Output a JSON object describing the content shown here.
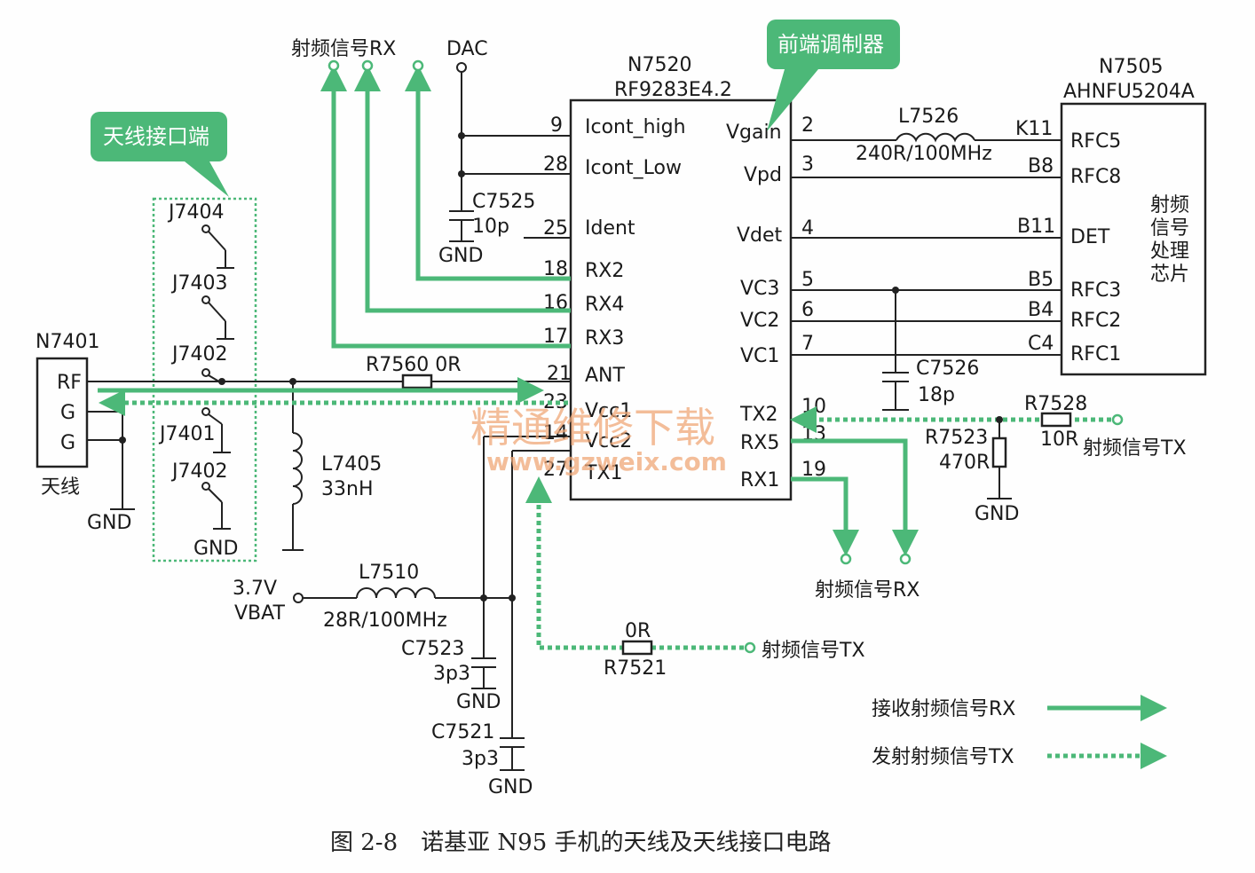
{
  "components": {
    "n7520_ref": "N7520",
    "n7520_part": "RF9283E4.2",
    "n7505_ref": "N7505",
    "n7505_part": "AHNFU5204A",
    "n7401_ref": "N7401",
    "n7505_desc": [
      "射频",
      "信号",
      "处理",
      "芯片"
    ],
    "antenna": "天线"
  },
  "callouts": {
    "front_end_modulator": "前端调制器",
    "antenna_port": "天线接口端"
  },
  "n7520_left_pins": [
    {
      "num": "9",
      "name": "Icont_high"
    },
    {
      "num": "28",
      "name": "Icont_Low"
    },
    {
      "num": "25",
      "name": "Ident"
    },
    {
      "num": "18",
      "name": "RX2"
    },
    {
      "num": "16",
      "name": "RX4"
    },
    {
      "num": "17",
      "name": "RX3"
    },
    {
      "num": "21",
      "name": "ANT"
    },
    {
      "num": "23",
      "name": "Vcc1"
    },
    {
      "num": "14",
      "name": "Vcc2"
    },
    {
      "num": "27",
      "name": "TX1"
    }
  ],
  "n7520_right_pins": [
    {
      "num": "2",
      "name": "Vgain"
    },
    {
      "num": "3",
      "name": "Vpd"
    },
    {
      "num": "4",
      "name": "Vdet"
    },
    {
      "num": "5",
      "name": "VC3"
    },
    {
      "num": "6",
      "name": "VC2"
    },
    {
      "num": "7",
      "name": "VC1"
    },
    {
      "num": "10",
      "name": "TX2"
    },
    {
      "num": "13",
      "name": "RX5"
    },
    {
      "num": "19",
      "name": "RX1"
    }
  ],
  "n7505_pins": [
    {
      "num": "K11",
      "name": "RFC5"
    },
    {
      "num": "B8",
      "name": "RFC8"
    },
    {
      "num": "B11",
      "name": "DET"
    },
    {
      "num": "B5",
      "name": "RFC3"
    },
    {
      "num": "B4",
      "name": "RFC2"
    },
    {
      "num": "C4",
      "name": "RFC1"
    }
  ],
  "n7401_pins": [
    "RF",
    "G",
    "G"
  ],
  "labels": {
    "rf_rx": "射频信号RX",
    "rf_tx": "射频信号TX",
    "dac": "DAC",
    "gnd": "GND",
    "c7525": "C7525",
    "c7525_val": "10p",
    "l7526": "L7526",
    "l7526_val": "240R/100MHz",
    "c7526": "C7526",
    "c7526_val": "18p",
    "r7528": "R7528",
    "r7528_val": "10R",
    "r7523": "R7523",
    "r7523_val": "470R",
    "r7560": "R7560 0R",
    "l7405": "L7405",
    "l7405_val": "33nH",
    "l7510": "L7510",
    "l7510_val": "28R/100MHz",
    "vbat_v": "3.7V",
    "vbat": "VBAT",
    "c7523": "C7523",
    "c7523_val": "3p3",
    "c7521": "C7521",
    "c7521_val": "3p3",
    "r7521": "R7521",
    "r7521_val": "0R",
    "j7404": "J7404",
    "j7403": "J7403",
    "j7402": "J7402",
    "j7401": "J7401"
  },
  "legend": {
    "rx": "接收射频信号RX",
    "tx": "发射射频信号TX"
  },
  "watermark": {
    "cn": "精通维修下载",
    "url": "www.gzweix.com"
  },
  "caption": "图 2-8　诺基亚 N95 手机的天线及天线接口电路",
  "colors": {
    "signal": "#4cb878",
    "line": "#222222",
    "watermark": "#f0a878"
  }
}
